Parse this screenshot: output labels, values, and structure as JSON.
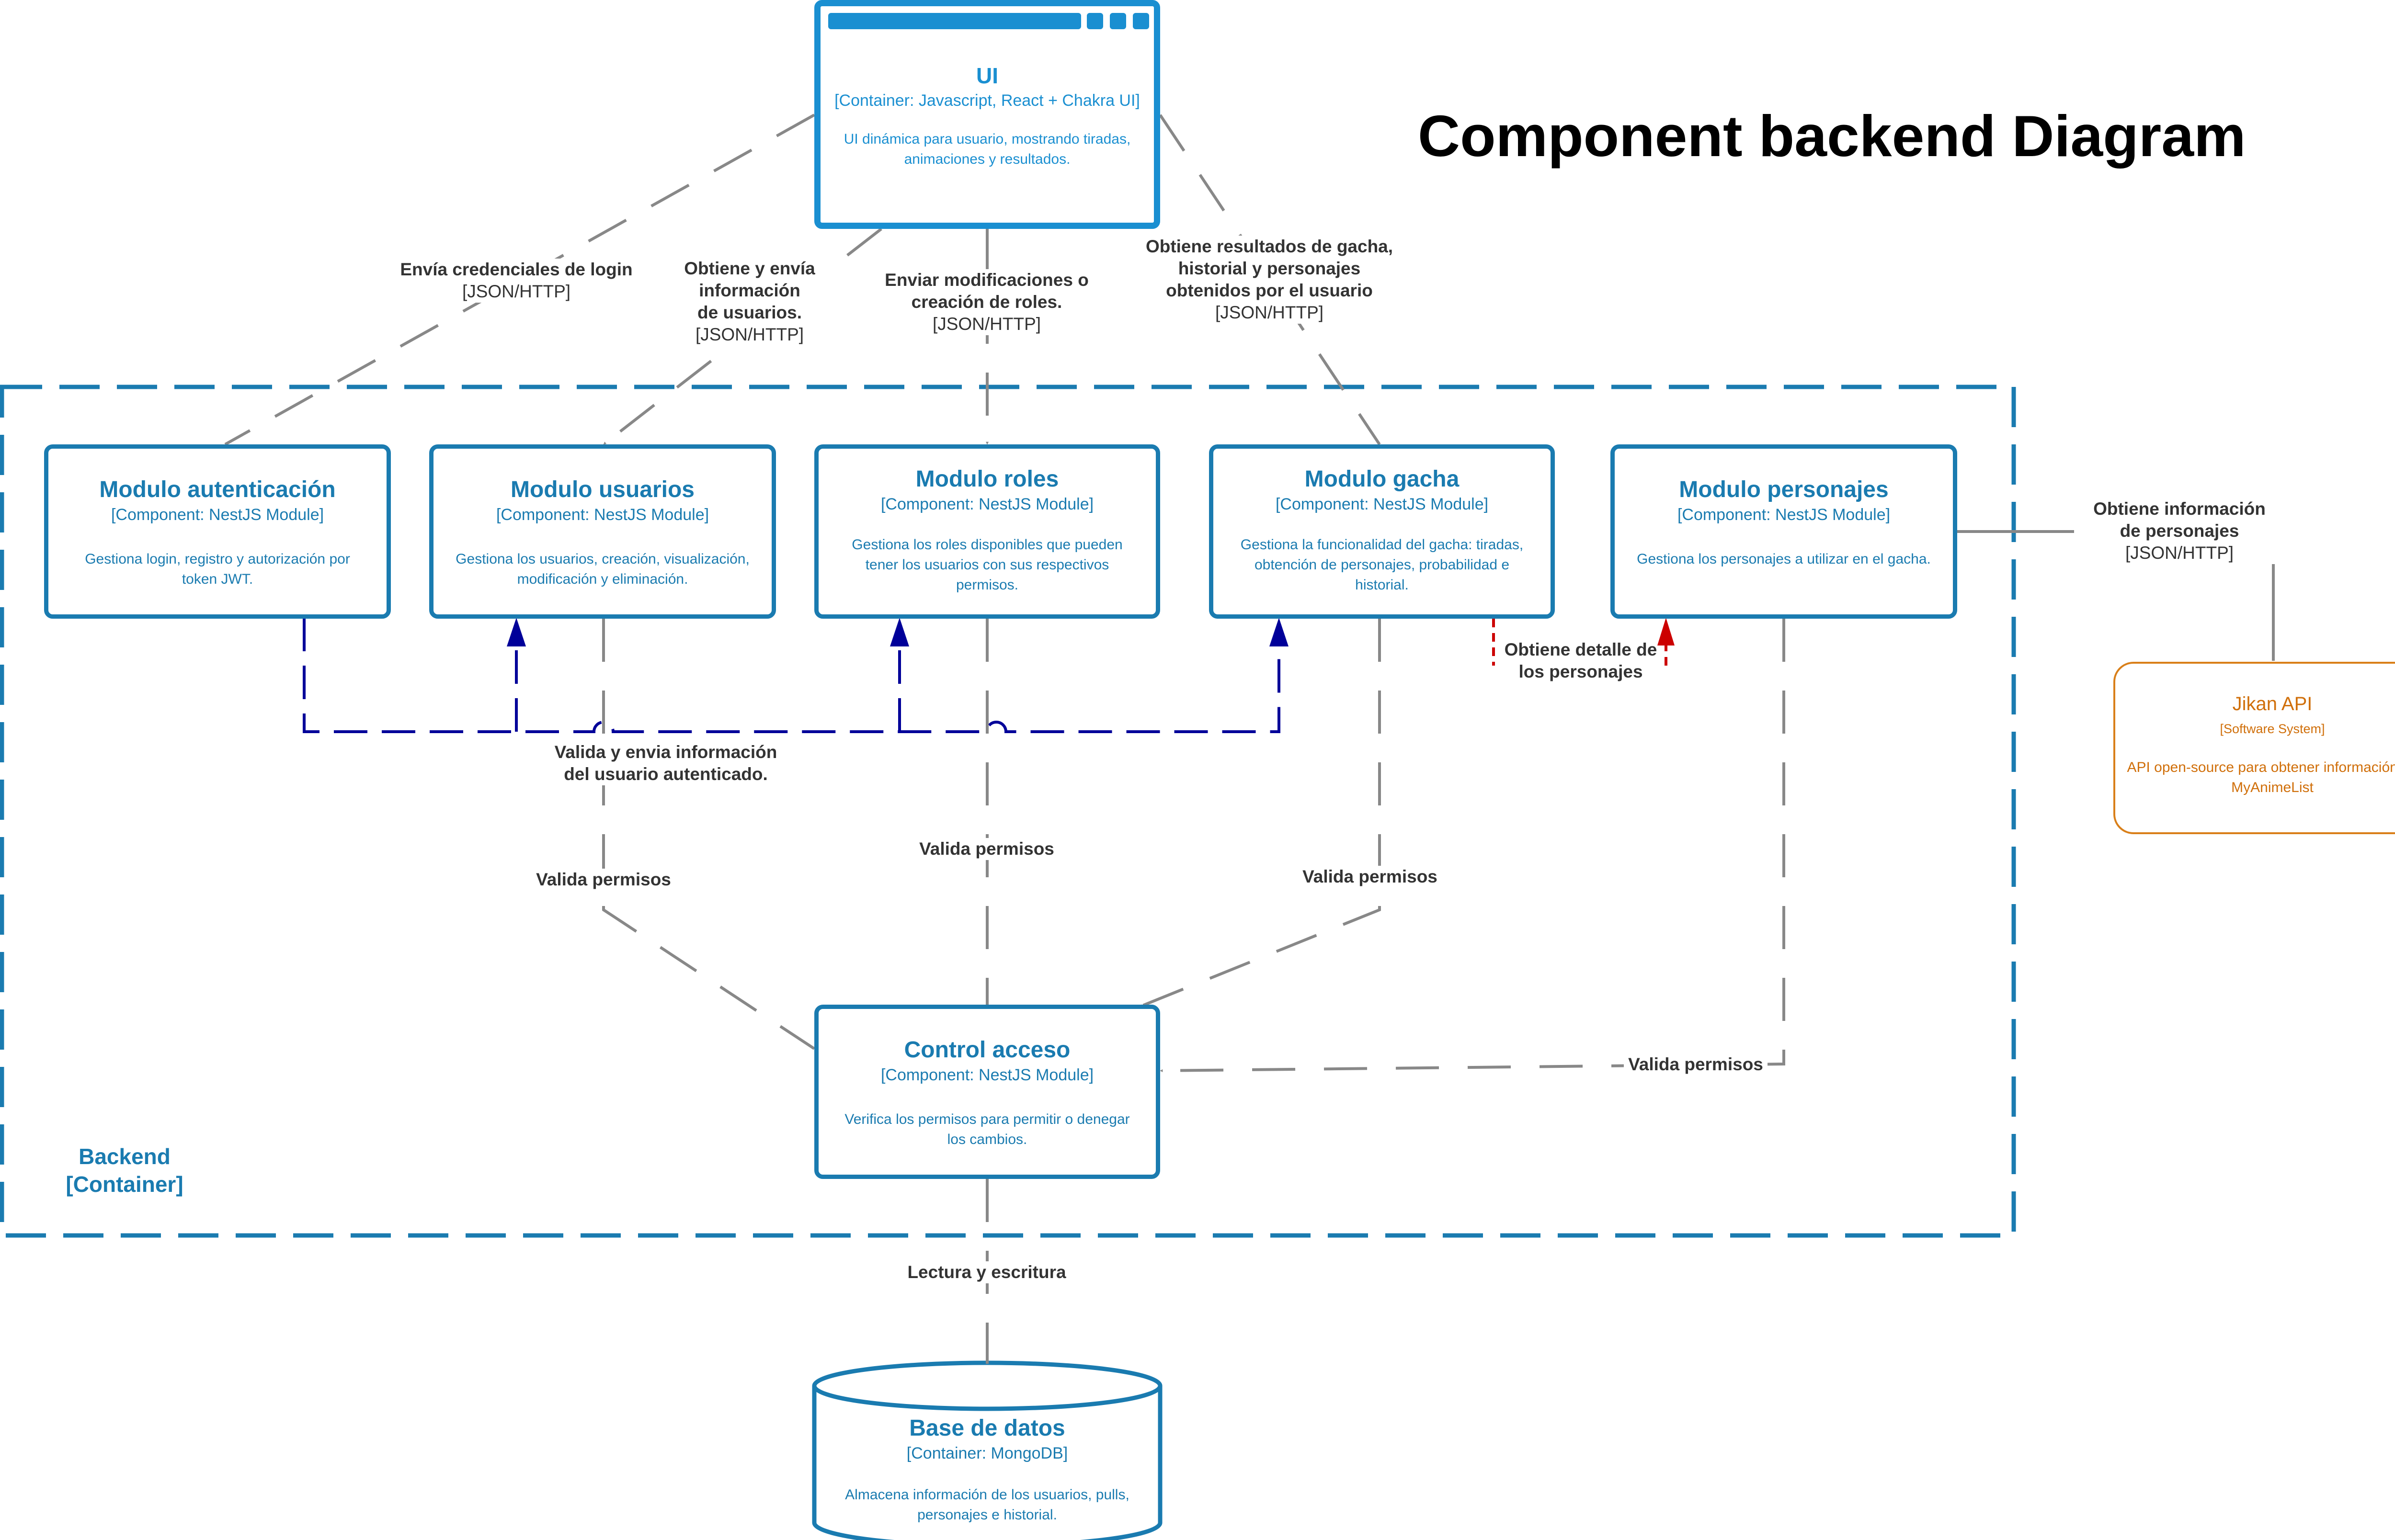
{
  "title": "Component backend Diagram",
  "colors": {
    "component": "#1a7bb0",
    "ui": "#1a8fd1",
    "external": "#d97f19",
    "edge": "#888888",
    "auth_edge": "#000099",
    "detail_edge": "#cc0000",
    "label": "#333333"
  },
  "ui": {
    "title": "UI",
    "tech": "[Container: Javascript, React + Chakra UI]",
    "description": "UI dinámica para usuario, mostrando tiradas, animaciones y resultados."
  },
  "boundary": {
    "name": "Backend",
    "type": "[Container]"
  },
  "components": {
    "auth": {
      "title": "Modulo autenticación",
      "tech": "[Component: NestJS Module]",
      "description": "Gestiona login, registro y autorización por token JWT."
    },
    "users": {
      "title": "Modulo usuarios",
      "tech": "[Component: NestJS Module]",
      "description": "Gestiona los usuarios, creación, visualización, modificación y eliminación."
    },
    "roles": {
      "title": "Modulo roles",
      "tech": "[Component: NestJS Module]",
      "description": "Gestiona los roles disponibles que pueden tener los usuarios con sus respectivos permisos."
    },
    "gacha": {
      "title": "Modulo gacha",
      "tech": "[Component: NestJS Module]",
      "description": "Gestiona la funcionalidad del gacha: tiradas, obtención de personajes, probabilidad e historial."
    },
    "characters": {
      "title": "Modulo personajes",
      "tech": "[Component: NestJS Module]",
      "description": "Gestiona los personajes a utilizar en el gacha."
    },
    "access": {
      "title": "Control acceso",
      "tech": "[Component: NestJS Module]",
      "description": "Verifica los permisos para permitir o denegar los cambios."
    }
  },
  "database": {
    "title": "Base de datos",
    "tech": "[Container: MongoDB]",
    "description": "Almacena información de los usuarios, pulls, personajes e historial."
  },
  "external": {
    "title": "Jikan API",
    "tech": "[Software System]",
    "description": "API open-source para obtener información de MyAnimeList"
  },
  "edges": {
    "ui_auth": {
      "text": "Envía credenciales de login",
      "proto": "[JSON/HTTP]"
    },
    "ui_users": {
      "text": "Obtiene y envía\ninformación\nde usuarios.",
      "proto": "[JSON/HTTP]"
    },
    "ui_roles": {
      "text": "Enviar modificaciones o\ncreación de roles.",
      "proto": "[JSON/HTTP]"
    },
    "ui_gacha": {
      "text": "Obtiene resultados de gacha,\nhistorial y personajes\nobtenidos por el usuario",
      "proto": "[JSON/HTTP]"
    },
    "characters_jikan": {
      "text": "Obtiene información\nde personajes",
      "proto": "[JSON/HTTP]"
    },
    "gacha_characters": {
      "text": "Obtiene detalle de\nlos personajes"
    },
    "auth_validate": {
      "text": "Valida y envia información\ndel usuario autenticado."
    },
    "users_access": {
      "text": "Valida permisos"
    },
    "roles_access": {
      "text": "Valida permisos"
    },
    "gacha_access": {
      "text": "Valida permisos"
    },
    "characters_access": {
      "text": "Valida permisos"
    },
    "access_db": {
      "text": "Lectura y escritura"
    }
  }
}
